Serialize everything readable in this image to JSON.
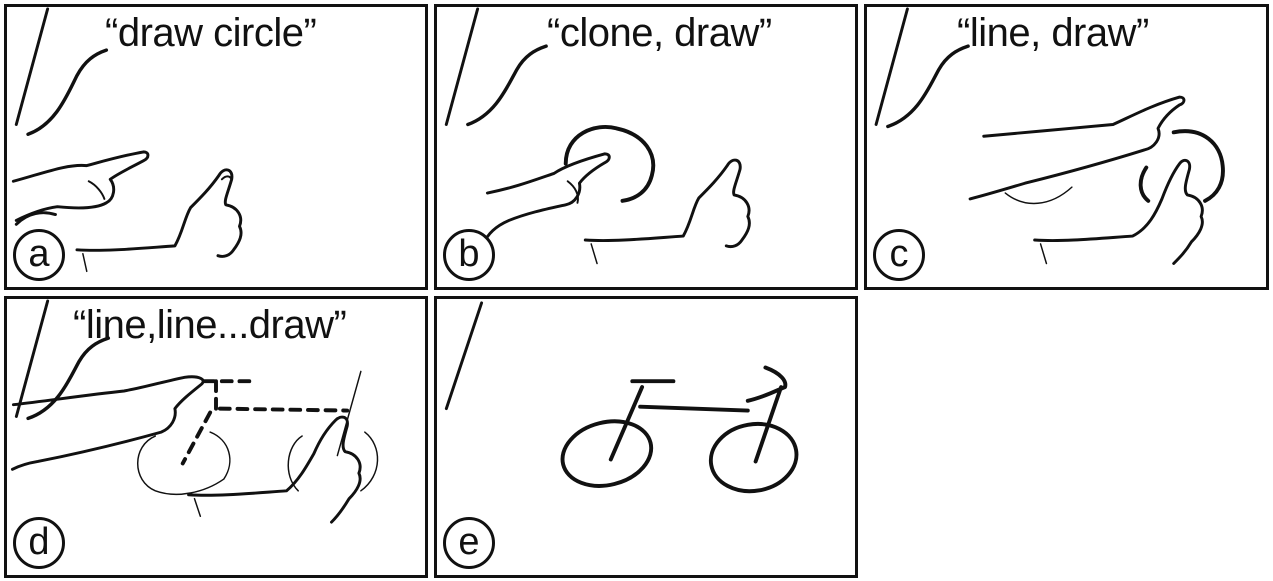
{
  "panels": [
    {
      "id": "a",
      "label": "a",
      "caption": "“draw circle”"
    },
    {
      "id": "b",
      "label": "b",
      "caption": "“clone, draw”"
    },
    {
      "id": "c",
      "label": "c",
      "caption": "“line, draw”"
    },
    {
      "id": "d",
      "label": "d",
      "caption": "“line,line...draw”"
    },
    {
      "id": "e",
      "label": "e",
      "caption": ""
    }
  ]
}
